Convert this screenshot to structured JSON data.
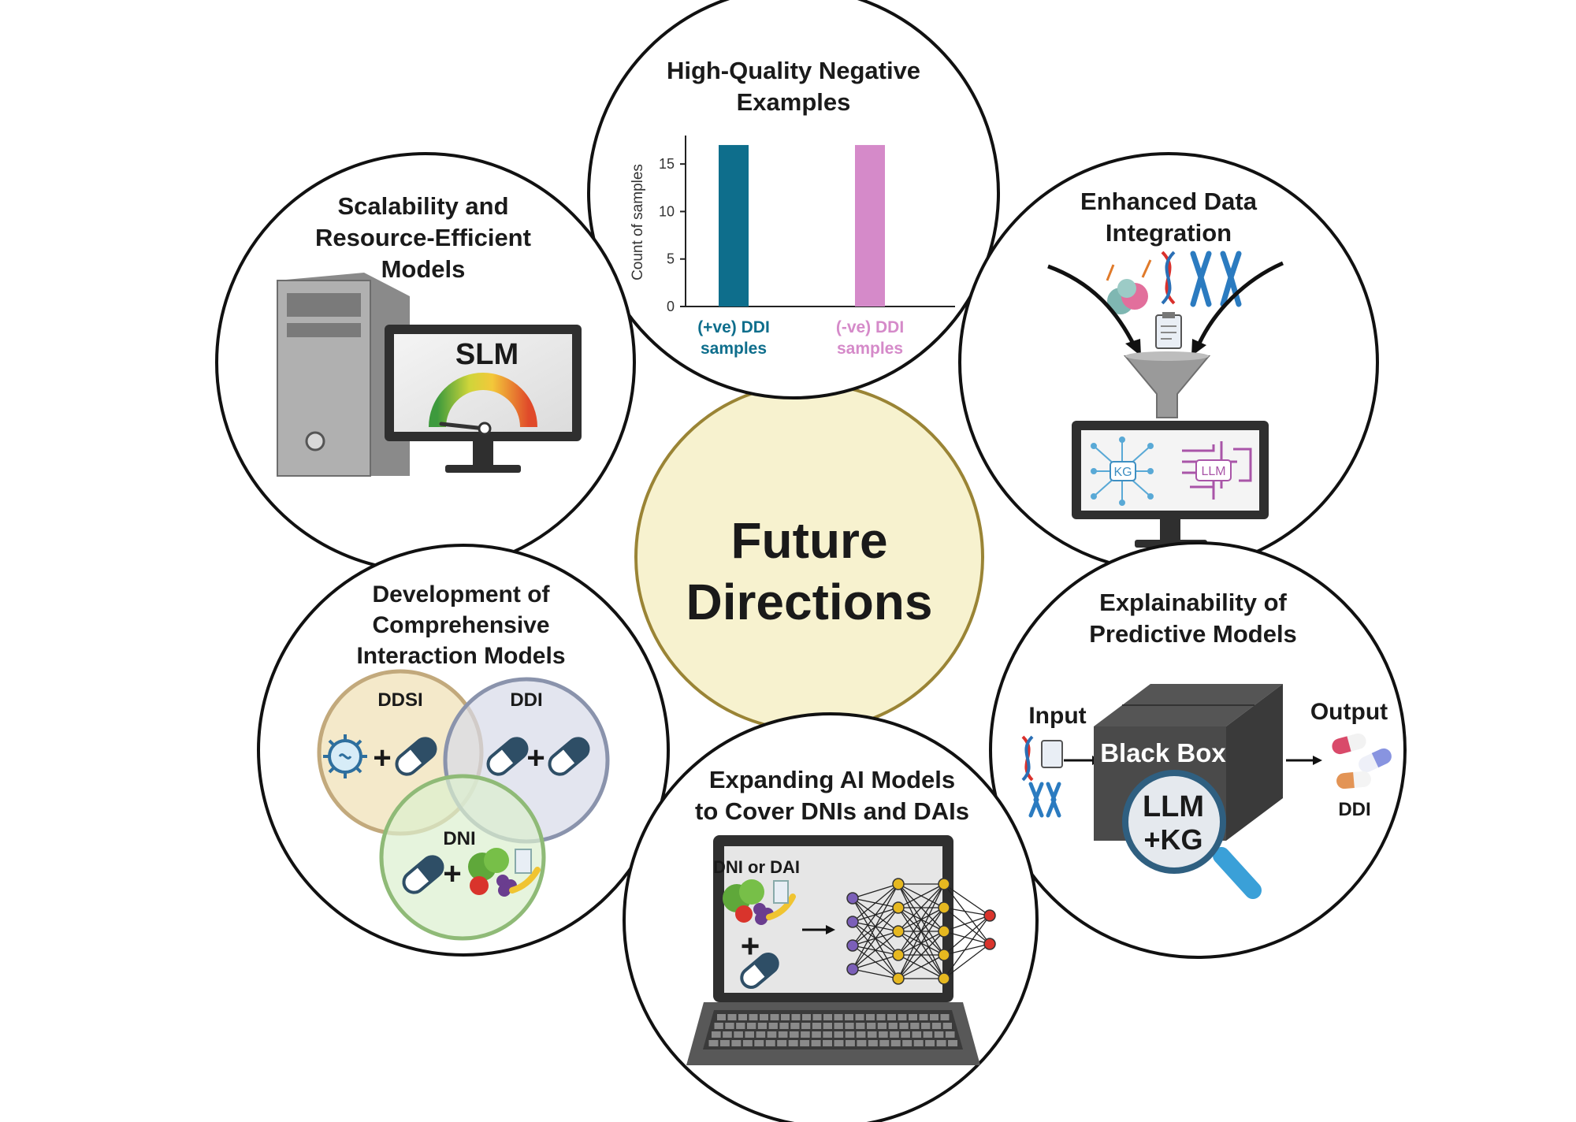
{
  "center": {
    "line1": "Future",
    "line2": "Directions"
  },
  "colors": {
    "positive": "#0e6e8c",
    "negative": "#d58ac9",
    "center_fill": "#f7f2cf",
    "center_stroke": "#9a8435"
  },
  "panels": {
    "negative": {
      "title1": "High-Quality Negative",
      "title2": "Examples",
      "chart": {
        "ylabel": "Count of samples",
        "ticks": [
          "15",
          "10",
          "5",
          "0"
        ],
        "pos_l1": "(+ve) DDI",
        "pos_l2": "samples",
        "neg_l1": "(-ve) DDI",
        "neg_l2": "samples"
      }
    },
    "scalability": {
      "title1": "Scalability and",
      "title2": "Resource-Efficient",
      "title3": "Models",
      "monitor": "SLM"
    },
    "integration": {
      "title1": "Enhanced Data",
      "title2": "Integration",
      "kg": "KG",
      "llm": "LLM"
    },
    "comprehensive": {
      "title1": "Development of",
      "title2": "Comprehensive",
      "title3": "Interaction Models",
      "ddsi": "DDSI",
      "ddi": "DDI",
      "dni": "DNI",
      "plus": "+"
    },
    "expanding": {
      "title1": "Expanding AI Models",
      "title2": "to Cover DNIs and DAIs",
      "screen": "DNI or DAI",
      "plus": "+"
    },
    "explainability": {
      "title1": "Explainability of",
      "title2": "Predictive Models",
      "input": "Input",
      "output": "Output",
      "box": "Black Box",
      "llm": "LLM",
      "kg": "+KG",
      "ddi": "DDI"
    }
  },
  "chart_data": {
    "type": "bar",
    "categories": [
      "(+ve) DDI samples",
      "(-ve) DDI samples"
    ],
    "values": [
      17,
      17
    ],
    "ylabel": "Count of samples",
    "ylim": [
      0,
      18
    ],
    "ticks": [
      0,
      5,
      10,
      15
    ],
    "colors": [
      "#0e6e8c",
      "#d58ac9"
    ]
  }
}
